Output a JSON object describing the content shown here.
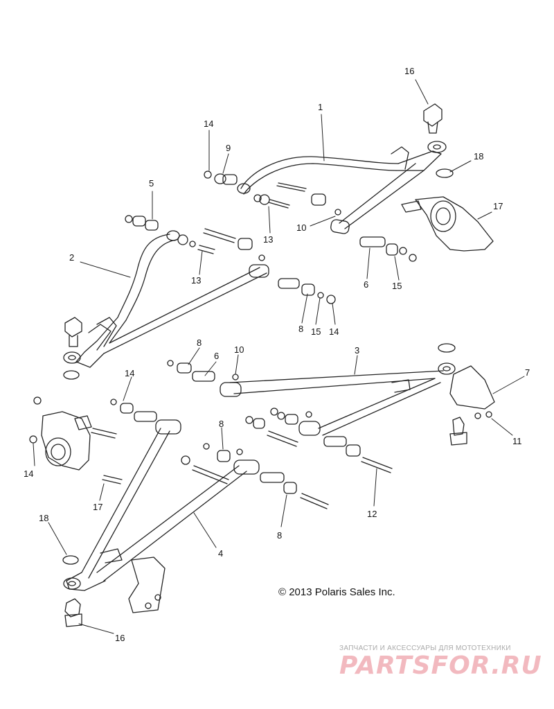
{
  "callouts": [
    "1",
    "2",
    "3",
    "4",
    "5",
    "6",
    "6",
    "7",
    "8",
    "8",
    "8",
    "8",
    "9",
    "10",
    "10",
    "11",
    "12",
    "13",
    "13",
    "14",
    "14",
    "14",
    "14",
    "15",
    "15",
    "16",
    "16",
    "17",
    "17",
    "18",
    "18"
  ],
  "copyright": "© 2013 Polaris Sales Inc.",
  "watermark": {
    "tagline": "ЗАПЧАСТИ И АКСЕССУАРЫ ДЛЯ МОТОТЕХНИКИ",
    "brand": "PARTSFOR.RU"
  },
  "colors": {
    "line": "#222222",
    "brand": "#f2b9bf",
    "tagline": "#aaaaaa"
  }
}
